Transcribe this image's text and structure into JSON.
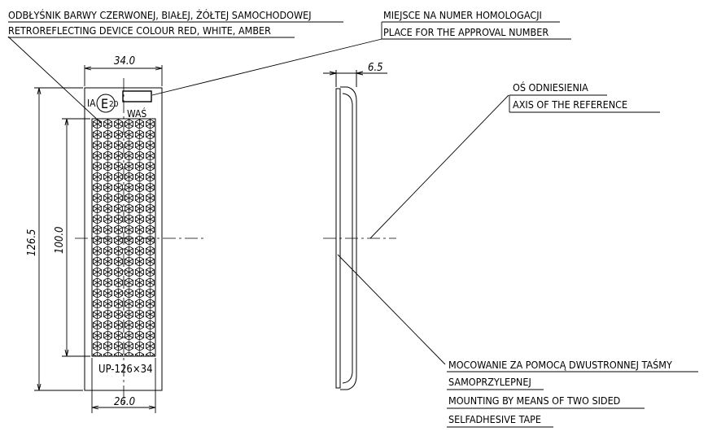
{
  "labels": {
    "reflector_pl": "ODBŁYŚNIK BARWY CZERWONEJ, BIAŁEJ, ŻÓŁTEJ SAMOCHODOWEJ",
    "reflector_en": "RETROREFLECTING DEVICE COLOUR RED, WHITE, AMBER",
    "approval_pl": "MIEJSCE NA NUMER HOMOLOGACJI",
    "approval_en": "PLACE FOR THE APPROVAL NUMBER",
    "axis_pl": "OŚ ODNIESIENIA",
    "axis_en": "AXIS OF THE REFERENCE",
    "mounting_pl_1": "MOCOWANIE ZA POMOCĄ DWUSTRONNEJ TAŚMY",
    "mounting_pl_2": "SAMOPRZYLEPNEJ",
    "mounting_en_1": "MOUNTING BY MEANS OF TWO SIDED",
    "mounting_en_2": "SELFADHESIVE TAPE"
  },
  "dimensions": {
    "width_outer": "34.0",
    "width_inner": "26.0",
    "height_outer": "126.5",
    "height_inner": "100.0",
    "thickness": "6.5"
  },
  "markings": {
    "class": "IA",
    "approval_mark": "E",
    "approval_country": "20",
    "maker": "WAŚ",
    "model": "UP-126×34"
  }
}
